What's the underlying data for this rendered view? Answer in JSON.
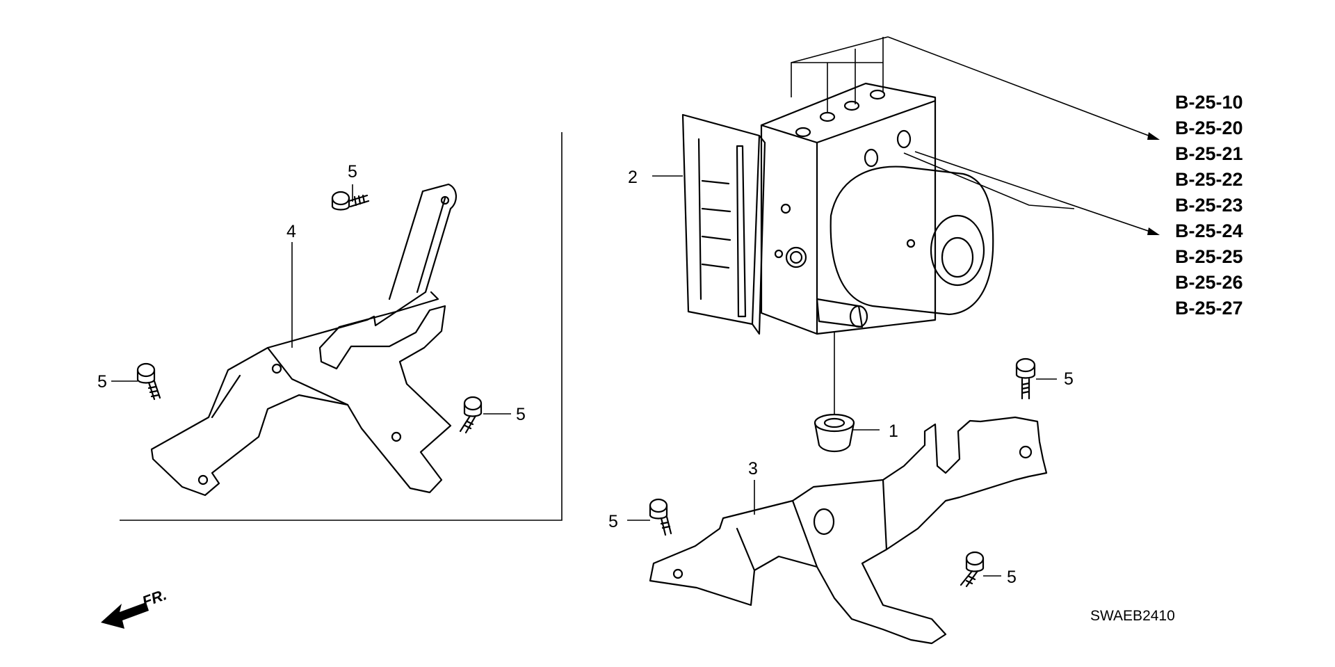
{
  "callouts": {
    "c1": "1",
    "c2": "2",
    "c3": "3",
    "c4": "4",
    "c5": "5"
  },
  "references": [
    "B-25-10",
    "B-25-20",
    "B-25-21",
    "B-25-22",
    "B-25-23",
    "B-25-24",
    "B-25-25",
    "B-25-26",
    "B-25-27"
  ],
  "diagram_code": "SWAEB2410",
  "front_label": "FR."
}
